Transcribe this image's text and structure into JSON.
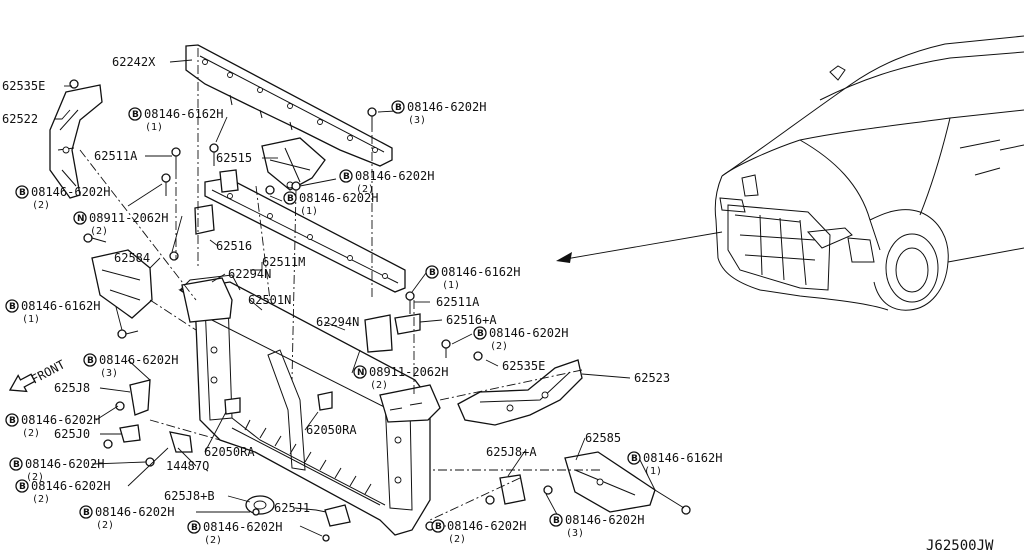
{
  "diagram_code": "J62500JW",
  "front_label": "FRONT",
  "part_labels": [
    {
      "id": "62242X",
      "text": "62242X"
    },
    {
      "id": "62535E-left",
      "text": "62535E"
    },
    {
      "id": "62522",
      "text": "62522"
    },
    {
      "id": "62511A-top",
      "text": "62511A"
    },
    {
      "id": "62515",
      "text": "62515"
    },
    {
      "id": "62516",
      "text": "62516"
    },
    {
      "id": "62511M",
      "text": "62511M"
    },
    {
      "id": "62294N-top",
      "text": "62294N"
    },
    {
      "id": "62584",
      "text": "62584"
    },
    {
      "id": "62501N",
      "text": "62501N"
    },
    {
      "id": "62294N-mid",
      "text": "62294N"
    },
    {
      "id": "62511A-right",
      "text": "62511A"
    },
    {
      "id": "62516A",
      "text": "62516+A"
    },
    {
      "id": "62535E-right",
      "text": "62535E"
    },
    {
      "id": "62523",
      "text": "62523"
    },
    {
      "id": "62050RA-right",
      "text": "62050RA"
    },
    {
      "id": "62050RA-left",
      "text": "62050RA"
    },
    {
      "id": "625J8",
      "text": "625J8"
    },
    {
      "id": "625J0",
      "text": "625J0"
    },
    {
      "id": "14487Q",
      "text": "14487Q"
    },
    {
      "id": "625J8B",
      "text": "625J8+B"
    },
    {
      "id": "625J1",
      "text": "625J1"
    },
    {
      "id": "625J8A",
      "text": "625J8+A"
    },
    {
      "id": "62585",
      "text": "62585"
    }
  ],
  "fastener_labels": [
    {
      "id": "b-6202h-top",
      "symbol": "B",
      "code": "08146-6202H",
      "qty": "(3)"
    },
    {
      "id": "b-6162h-top",
      "symbol": "B",
      "code": "08146-6162H",
      "qty": "(1)"
    },
    {
      "id": "b-6202h-mid2",
      "symbol": "B",
      "code": "08146-6202H",
      "qty": "(2)"
    },
    {
      "id": "b-6202h-mid1",
      "symbol": "B",
      "code": "08146-6202H",
      "qty": "(1)"
    },
    {
      "id": "b-6202h-left",
      "symbol": "B",
      "code": "08146-6202H",
      "qty": "(2)"
    },
    {
      "id": "n-2062h-left",
      "symbol": "N",
      "code": "08911-2062H",
      "qty": "(2)"
    },
    {
      "id": "b-6162h-left",
      "symbol": "B",
      "code": "08146-6162H",
      "qty": "(1)"
    },
    {
      "id": "b-6162h-right",
      "symbol": "B",
      "code": "08146-6162H",
      "qty": "(1)"
    },
    {
      "id": "b-6202h-right",
      "symbol": "B",
      "code": "08146-6202H",
      "qty": "(2)"
    },
    {
      "id": "n-2062h-mid",
      "symbol": "N",
      "code": "08911-2062H",
      "qty": "(2)"
    },
    {
      "id": "b-6202h-front",
      "symbol": "B",
      "code": "08146-6202H",
      "qty": "(3)"
    },
    {
      "id": "b-6202h-lower1",
      "symbol": "B",
      "code": "08146-6202H",
      "qty": "(2)"
    },
    {
      "id": "b-6202h-lower2",
      "symbol": "B",
      "code": "08146-6202H",
      "qty": "(2)"
    },
    {
      "id": "b-6202h-lower3",
      "symbol": "B",
      "code": "08146-6202H",
      "qty": "(2)"
    },
    {
      "id": "b-6202h-bottom1",
      "symbol": "B",
      "code": "08146-6202H",
      "qty": "(2)"
    },
    {
      "id": "b-6202h-bottom2",
      "symbol": "B",
      "code": "08146-6202H",
      "qty": "(2)"
    },
    {
      "id": "b-6202h-bottom3",
      "symbol": "B",
      "code": "08146-6202H",
      "qty": "(2)"
    },
    {
      "id": "b-6202h-bottom4",
      "symbol": "B",
      "code": "08146-6202H",
      "qty": "(3)"
    },
    {
      "id": "b-6162h-bottomright",
      "symbol": "B",
      "code": "08146-6162H",
      "qty": "(1)"
    }
  ]
}
